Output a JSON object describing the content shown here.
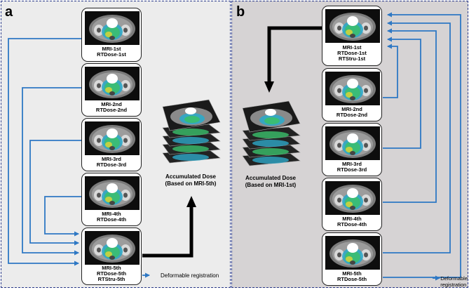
{
  "panel_a": {
    "label": "a",
    "cards": [
      {
        "line1": "MRI-1st",
        "line2": "RTDose-1st",
        "line3": ""
      },
      {
        "line1": "MRI-2nd",
        "line2": "RTDose-2nd",
        "line3": ""
      },
      {
        "line1": "MRI-3rd",
        "line2": "RTDose-3rd",
        "line3": ""
      },
      {
        "line1": "MRI-4th",
        "line2": "RTDose-4th",
        "line3": ""
      },
      {
        "line1": "MRI-5th",
        "line2": "RTDose-5th",
        "line3": "RTStru-5th"
      }
    ],
    "accumulated": {
      "line1": "Accumulated Dose",
      "line2": "(Based on MRI-5th)"
    },
    "legend": "Deformable registration"
  },
  "panel_b": {
    "label": "b",
    "cards": [
      {
        "line1": "MRI-1st",
        "line2": "RTDose-1st",
        "line3": "RTStru-1st"
      },
      {
        "line1": "MRI-2nd",
        "line2": "RTDose-2nd",
        "line3": ""
      },
      {
        "line1": "MRI-3rd",
        "line2": "RTDose-3rd",
        "line3": ""
      },
      {
        "line1": "MRI-4th",
        "line2": "RTDose-4th",
        "line3": ""
      },
      {
        "line1": "MRI-5th",
        "line2": "RTDose-5th",
        "line3": ""
      }
    ],
    "accumulated": {
      "line1": "Accumulated Dose",
      "line2": "(Based on MRI-1st)"
    },
    "legend": "Deformable registration"
  },
  "colors": {
    "arrow_blue": "#2e78c4",
    "thick_arrow": "#000000",
    "panel_a_bg": "#ececec",
    "panel_b_bg": "#d6d3d4",
    "border": "#2a3a8a"
  }
}
